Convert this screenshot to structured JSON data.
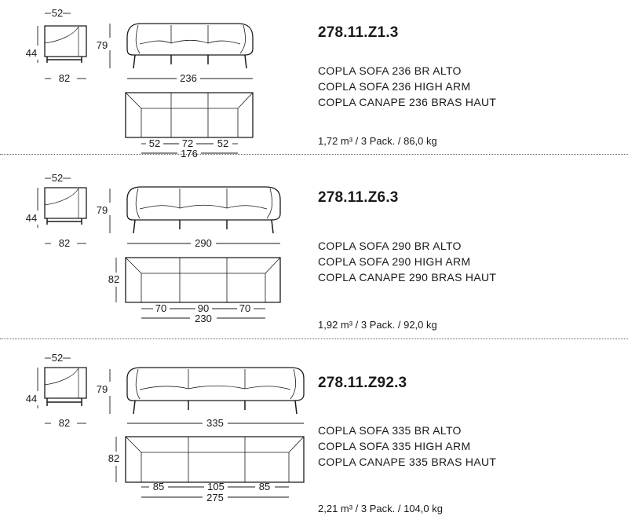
{
  "products": [
    {
      "code": "278.11.Z1.3",
      "names": [
        "COPLA SOFA 236 BR ALTO",
        "COPLA SOFA 236 HIGH ARM",
        "COPLA CANAPE 236 BRAS HAUT"
      ],
      "pack": "1,72 m³ / 3 Pack. / 86,0 kg",
      "dims": {
        "side_width": "52",
        "side_height": "44",
        "side_depth": "82",
        "total_height": "79",
        "total_width": "236",
        "plan_depth": "",
        "arm": "52",
        "middle": "72",
        "arm2": "52",
        "inner": "176"
      }
    },
    {
      "code": "278.11.Z6.3",
      "names": [
        "COPLA SOFA 290 BR ALTO",
        "COPLA SOFA 290 HIGH ARM",
        "COPLA CANAPE 290 BRAS HAUT"
      ],
      "pack": "1,92 m³ / 3 Pack. / 92,0 kg",
      "dims": {
        "side_width": "52",
        "side_height": "44",
        "side_depth": "82",
        "total_height": "79",
        "total_width": "290",
        "plan_depth": "82",
        "arm": "70",
        "middle": "90",
        "arm2": "70",
        "inner": "230"
      }
    },
    {
      "code": "278.11.Z92.3",
      "names": [
        "COPLA SOFA 335 BR ALTO",
        "COPLA SOFA 335 HIGH ARM",
        "COPLA CANAPE 335 BRAS HAUT"
      ],
      "pack": "2,21 m³ / 3 Pack. / 104,0 kg",
      "dims": {
        "side_width": "52",
        "side_height": "44",
        "side_depth": "82",
        "total_height": "79",
        "total_width": "335",
        "plan_depth": "82",
        "arm": "85",
        "middle": "105",
        "arm2": "85",
        "inner": "275"
      }
    }
  ]
}
